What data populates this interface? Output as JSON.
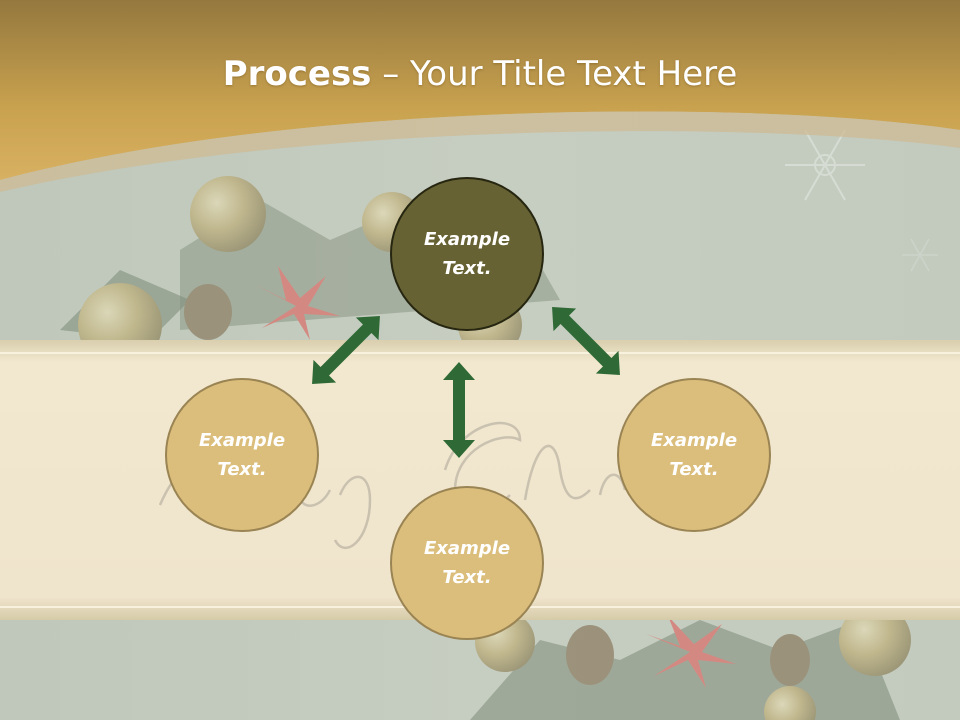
{
  "slide": {
    "title_bold": "Process",
    "title_rest": " – Your Title Text Here",
    "circles": {
      "top": "Example Text.",
      "left": "Example Text.",
      "right": "Example Text.",
      "bottom": "Example Text."
    }
  },
  "colors": {
    "header_gold": "#c9a24f",
    "band_cream": "#efe4cc",
    "top_circle_fill": "#676233",
    "circle_fill": "#dbbe7c",
    "arrow_green": "#2f6a36"
  },
  "icons": [
    "double-arrow-icon",
    "ornament-ball-icon",
    "poinsettia-icon",
    "pine-cone-icon",
    "snowflake-icon"
  ]
}
